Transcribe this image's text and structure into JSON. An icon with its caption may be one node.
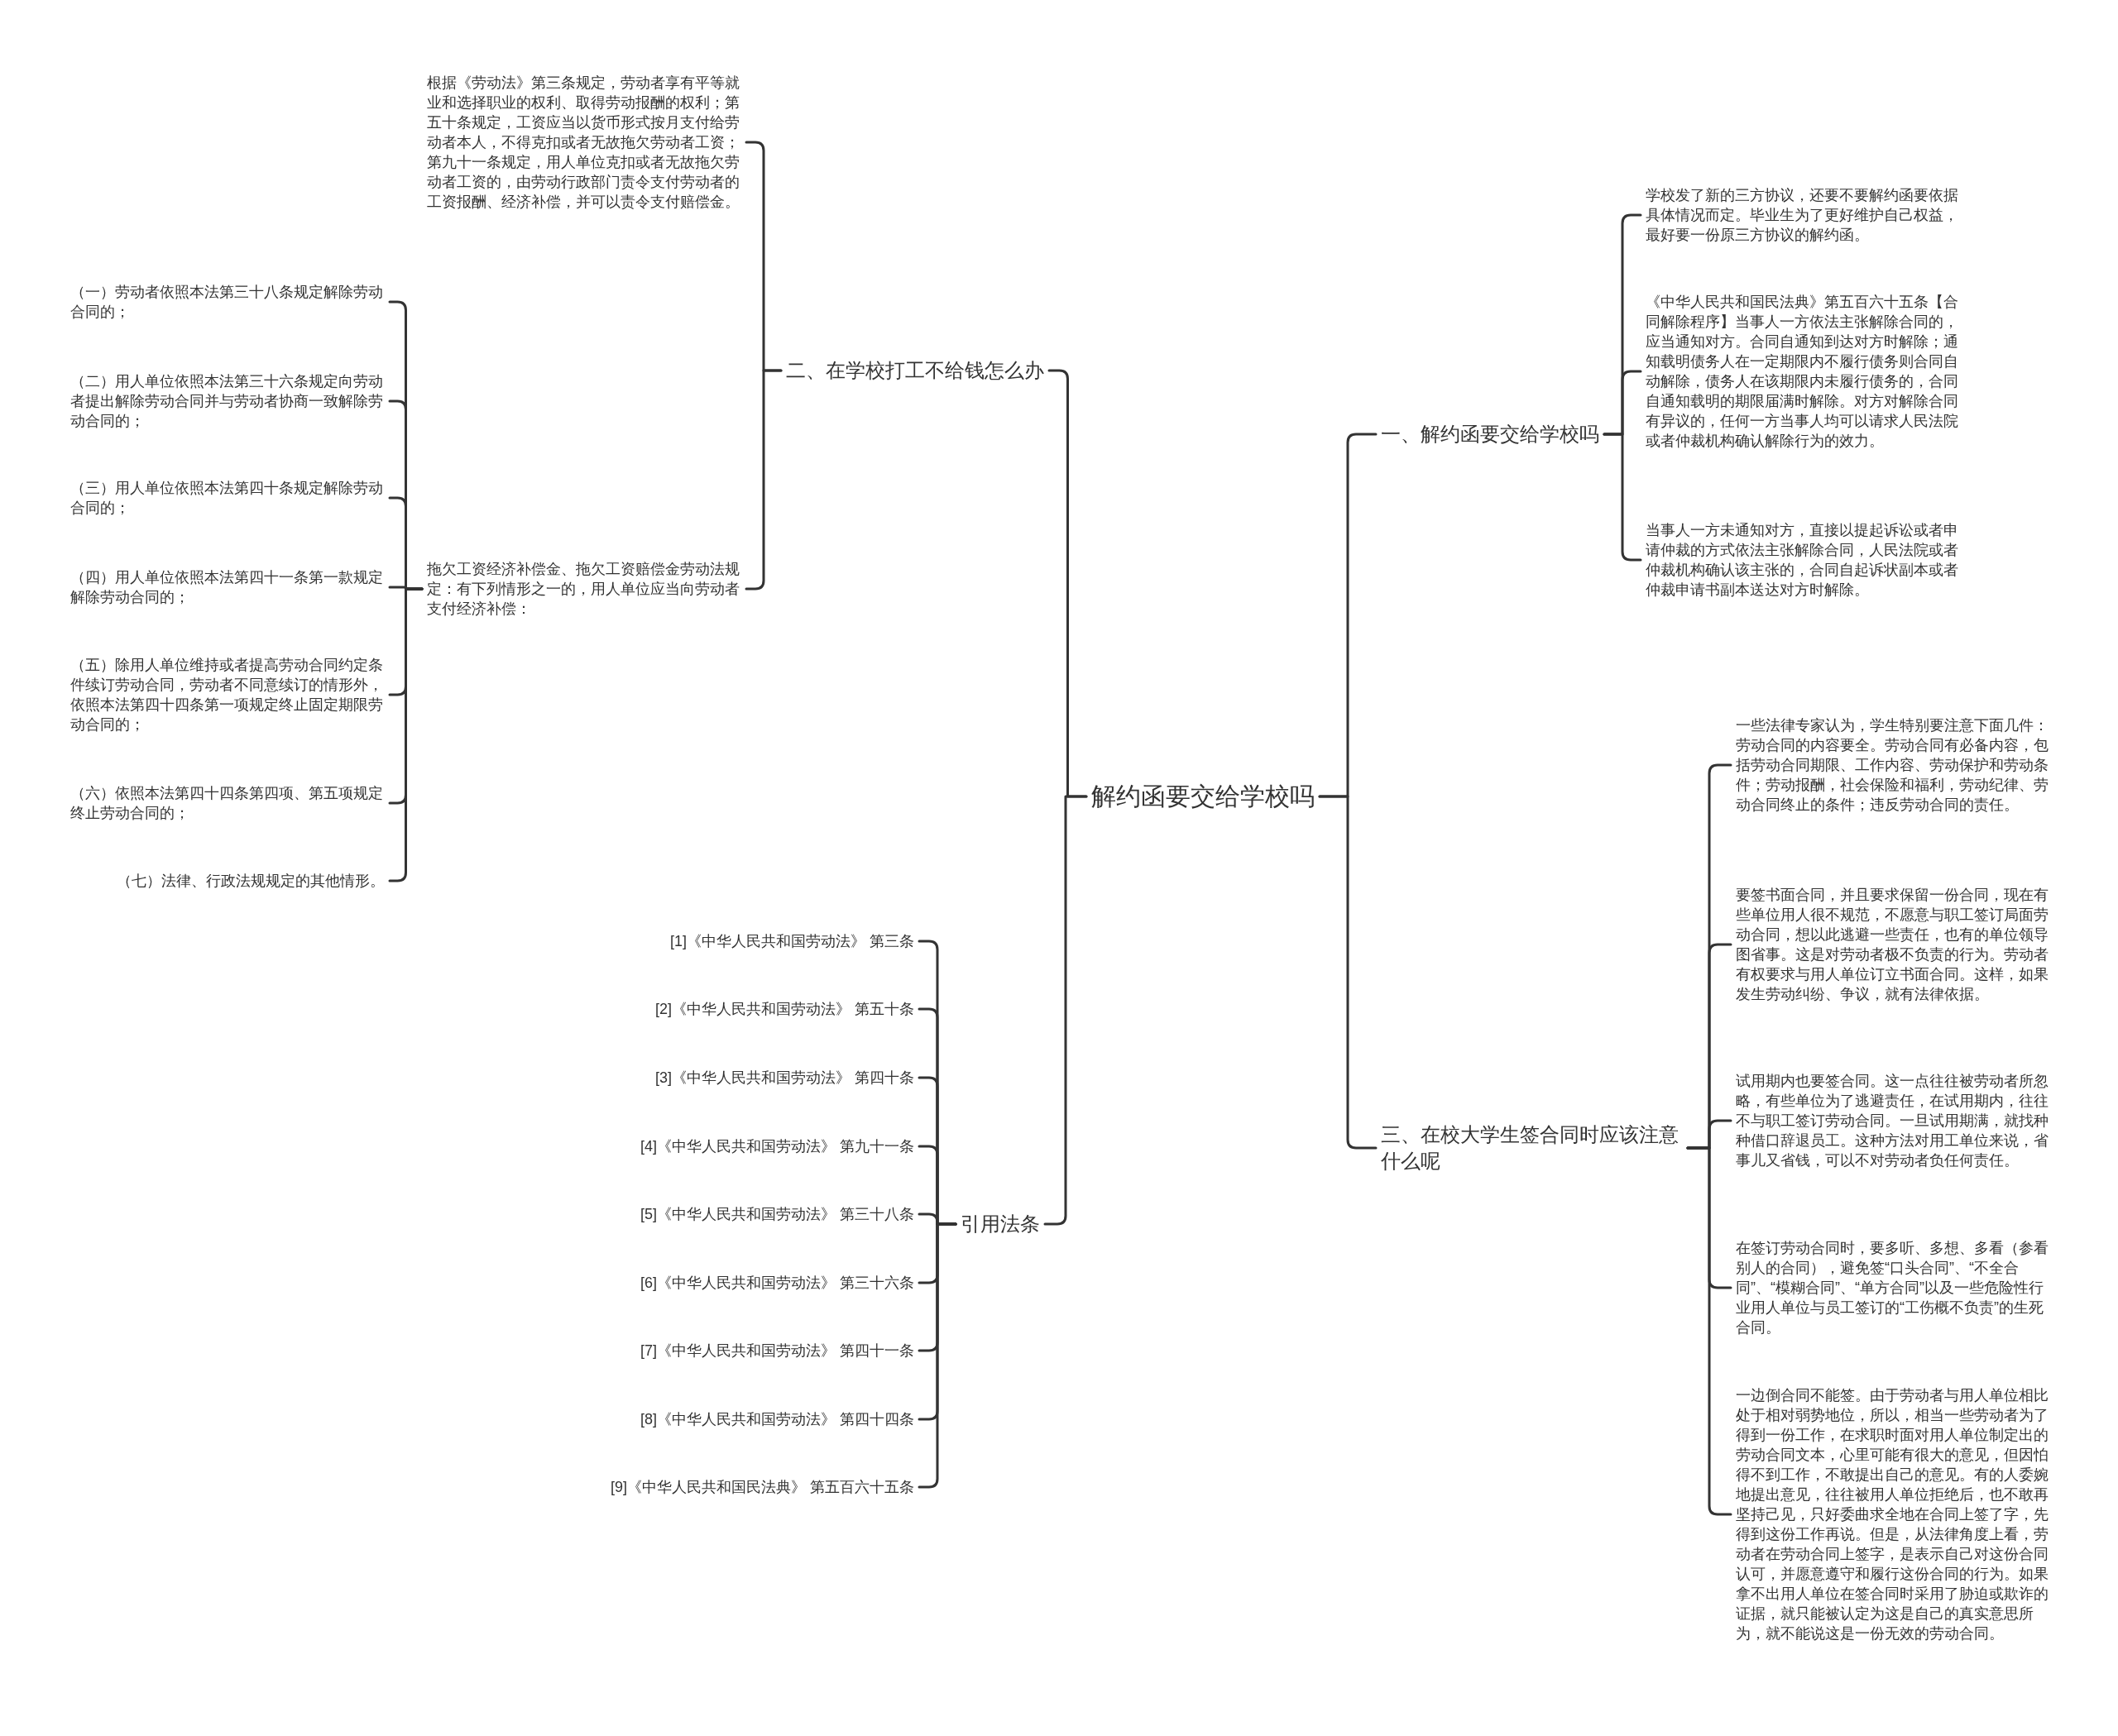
{
  "diagram": {
    "nodes": [
      {
        "text": [
          "解约函要交给学校吗"
        ]
      },
      {
        "text": [
          "二、在学校打工不给钱怎么办"
        ]
      },
      {
        "text": [
          "根据《劳动法》第三条规定，劳动者享有平等就业和选择职业的权利、取得劳动报酬的权利；第五十条规定，工资应当以货币形式按月支付给劳动者本人，不得克扣或者无故拖欠劳动者工资；第九十一条规定，用人单位克扣或者无故拖欠劳动者工资的，由劳动行政部门责令支付劳动者的工资报酬、经济补偿，并可以责令支付赔偿金。"
        ]
      },
      {
        "text": [
          "拖欠工资经济补偿金、拖欠工资赔偿金劳动法规定：有下列情形之一的，用人单位应当向劳动者支付经济补偿："
        ]
      },
      {
        "text": [
          "（一）劳动者依照本法第三十八条规定解除劳动合同的；"
        ]
      },
      {
        "text": [
          "（二）用人单位依照本法第三十六条规定向劳动者提出解除劳动合同并与劳动者协商一致解除劳动合同的；"
        ]
      },
      {
        "text": [
          "（三）用人单位依照本法第四十条规定解除劳动合同的；"
        ]
      },
      {
        "text": [
          "（四）用人单位依照本法第四十一条第一款规定解除劳动合同的；"
        ]
      },
      {
        "text": [
          "（五）除用人单位维持或者提高劳动合同约定条件续订劳动合同，劳动者不同意续订的情形外，依照本法第四十四条第一项规定终止固定期限劳动合同的；"
        ]
      },
      {
        "text": [
          "（六）依照本法第四十四条第四项、第五项规定终止劳动合同的；"
        ]
      },
      {
        "text": [
          "（七）法律、行政法规规定的其他情形。"
        ]
      },
      {
        "text": [
          "引用法条"
        ]
      },
      {
        "text": [
          "[1]《中华人民共和国劳动法》 第三条"
        ]
      },
      {
        "text": [
          "[2]《中华人民共和国劳动法》 第五十条"
        ]
      },
      {
        "text": [
          "[3]《中华人民共和国劳动法》 第四十条"
        ]
      },
      {
        "text": [
          "[4]《中华人民共和国劳动法》 第九十一条"
        ]
      },
      {
        "text": [
          "[5]《中华人民共和国劳动法》 第三十八条"
        ]
      },
      {
        "text": [
          "[6]《中华人民共和国劳动法》 第三十六条"
        ]
      },
      {
        "text": [
          "[7]《中华人民共和国劳动法》 第四十一条"
        ]
      },
      {
        "text": [
          "[8]《中华人民共和国劳动法》 第四十四条"
        ]
      },
      {
        "text": [
          "[9]《中华人民共和国民法典》 第五百六十五条"
        ]
      },
      {
        "text": [
          "一、解约函要交给学校吗"
        ]
      },
      {
        "text": [
          "学校发了新的三方协议，还要不要解约函要依据具体情况而定。毕业生为了更好维护自己权益，最好要一份原三方协议的解约函。"
        ]
      },
      {
        "text": [
          "《中华人民共和国民法典》第五百六十五条【合同解除程序】当事人一方依法主张解除合同的，应当通知对方。合同自通知到达对方时解除；通知载明债务人在一定期限内不履行债务则合同自动解除，债务人在该期限内未履行债务的，合同自通知载明的期限届满时解除。对方对解除合同有异议的，任何一方当事人均可以请求人民法院或者仲裁机构确认解除行为的效力。"
        ]
      },
      {
        "text": [
          "当事人一方未通知对方，直接以提起诉讼或者申请仲裁的方式依法主张解除合同，人民法院或者仲裁机构确认该主张的，合同自起诉状副本或者仲裁申请书副本送达对方时解除。"
        ]
      },
      {
        "text": [
          "三、在校大学生签合同时应该注意什么呢"
        ]
      },
      {
        "text": [
          "一些法律专家认为，学生特别要注意下面几件：劳动合同的内容要全。劳动合同有必备内容，包括劳动合同期限、工作内容、劳动保护和劳动条件；劳动报酬，社会保险和福利，劳动纪律、劳动合同终止的条件；违反劳动合同的责任。"
        ]
      },
      {
        "text": [
          "要签书面合同，并且要求保留一份合同，现在有些单位用人很不规范，不愿意与职工签订局面劳动合同，想以此逃避一些责任，也有的单位领导图省事。这是对劳动者极不负责的行为。劳动者有权要求与用人单位订立书面合同。这样，如果发生劳动纠纷、争议，就有法律依据。"
        ]
      },
      {
        "text": [
          "试用期内也要签合同。这一点往往被劳动者所忽略，有些单位为了逃避责任，在试用期内，往往不与职工签订劳动合同。一旦试用期满，就找种种借口辞退员工。这种方法对用工单位来说，省事儿又省钱，可以不对劳动者负任何责任。"
        ]
      },
      {
        "text": [
          "在签订劳动合同时，要多听、多想、多看（参看别人的合同），避免签“口头合同”、“不全合同”、“模糊合同”、“单方合同”以及一些危险性行业用人单位与员工签订的“工伤概不负责”的生死合同。"
        ]
      },
      {
        "text": [
          "一边倒合同不能签。由于劳动者与用人单位相比处于相对弱势地位，所以，相当一些劳动者为了得到一份工作，在求职时面对用人单位制定出的劳动合同文本，心里可能有很大的意见，但因怕得不到工作，不敢提出自己的意见。有的人委婉地提出意见，往往被用人单位拒绝后，也不敢再坚持己见，只好委曲求全地在合同上签了字，先得到这份工作再说。但是，从法律角度上看，劳动者在劳动合同上签字，是表示自己对这份合同认可，并愿意遵守和履行这份合同的行为。如果拿不出用人单位在签合同时采用了胁迫或欺诈的证据，就只能被认定为这是自己的真实意思所为，就不能说这是一份无效的劳动合同。"
        ]
      }
    ],
    "edges": [
      {
        "from": 0,
        "to": 1,
        "arrow": "none"
      },
      {
        "from": 1,
        "to": 2,
        "arrow": "none"
      },
      {
        "from": 1,
        "to": 3,
        "arrow": "none"
      },
      {
        "from": 3,
        "to": 4,
        "arrow": "none"
      },
      {
        "from": 3,
        "to": 5,
        "arrow": "none"
      },
      {
        "from": 3,
        "to": 6,
        "arrow": "none"
      },
      {
        "from": 3,
        "to": 7,
        "arrow": "none"
      },
      {
        "from": 3,
        "to": 8,
        "arrow": "none"
      },
      {
        "from": 3,
        "to": 9,
        "arrow": "none"
      },
      {
        "from": 3,
        "to": 10,
        "arrow": "none"
      },
      {
        "from": 0,
        "to": 11,
        "arrow": "none"
      },
      {
        "from": 11,
        "to": 12,
        "arrow": "none"
      },
      {
        "from": 11,
        "to": 13,
        "arrow": "none"
      },
      {
        "from": 11,
        "to": 14,
        "arrow": "none"
      },
      {
        "from": 11,
        "to": 15,
        "arrow": "none"
      },
      {
        "from": 11,
        "to": 16,
        "arrow": "none"
      },
      {
        "from": 11,
        "to": 17,
        "arrow": "none"
      },
      {
        "from": 11,
        "to": 18,
        "arrow": "none"
      },
      {
        "from": 11,
        "to": 19,
        "arrow": "none"
      },
      {
        "from": 11,
        "to": 20,
        "arrow": "none"
      },
      {
        "from": 0,
        "to": 21,
        "arrow": "none"
      },
      {
        "from": 21,
        "to": 22,
        "arrow": "none"
      },
      {
        "from": 21,
        "to": 23,
        "arrow": "none"
      },
      {
        "from": 21,
        "to": 24,
        "arrow": "none"
      },
      {
        "from": 0,
        "to": 25,
        "arrow": "none"
      },
      {
        "from": 25,
        "to": 26,
        "arrow": "none"
      },
      {
        "from": 25,
        "to": 27,
        "arrow": "none"
      },
      {
        "from": 25,
        "to": 28,
        "arrow": "none"
      },
      {
        "from": 25,
        "to": 29,
        "arrow": "none"
      },
      {
        "from": 25,
        "to": 30,
        "arrow": "none"
      }
    ]
  }
}
